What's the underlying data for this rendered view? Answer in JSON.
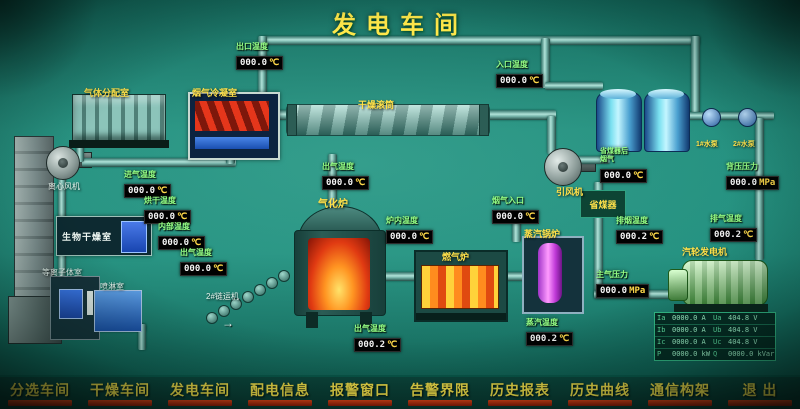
{
  "title": "发电车间",
  "colors": {
    "background_teal": "#1e8b7a",
    "accent_yellow": "#ffe14a",
    "label_green": "#97ff85",
    "menu_red": "#cc1f00",
    "display_bg": "#000000"
  },
  "equipment": {
    "gas_distribution": "气体分配室",
    "condenser": "烟气冷凝室",
    "drum": "干燥滚筒",
    "centrifugal_fan": "离心风机",
    "bio_drying": "生物干燥室",
    "plasma": "等离子体室",
    "spray": "喷淋室",
    "conveyor": "2#链运机",
    "gasifier": "气化炉",
    "gas_furnace": "燃气炉",
    "boiler": "蒸汽锅炉",
    "economizer": "省煤器",
    "id_fan": "引风机",
    "turbine": "汽轮发电机",
    "pump1": "1#水泵",
    "pump2": "2#水泵"
  },
  "displays": [
    {
      "label": "出口温度",
      "value": "000.0",
      "unit": "℃"
    },
    {
      "label": "入口温度",
      "value": "000.0",
      "unit": "℃"
    },
    {
      "label": "进气温度",
      "value": "000.0",
      "unit": "℃"
    },
    {
      "label": "烘干温度",
      "value": "000.0",
      "unit": "℃"
    },
    {
      "label": "内部温度",
      "value": "000.0",
      "unit": "℃"
    },
    {
      "label": "出气温度",
      "value": "000.0",
      "unit": "℃"
    },
    {
      "label": "出气温度",
      "value": "000.0",
      "unit": "℃"
    },
    {
      "label": "炉内温度",
      "value": "000.0",
      "unit": "℃"
    },
    {
      "label": "烟气入口",
      "value": "000.0",
      "unit": "℃"
    },
    {
      "label": "出气温度",
      "value": "000.2",
      "unit": "℃"
    },
    {
      "label": "蒸汽温度",
      "value": "000.2",
      "unit": "℃"
    },
    {
      "label": "省煤器后烟气",
      "value": "000.0",
      "unit": "℃"
    },
    {
      "label": "排烟温度",
      "value": "000.2",
      "unit": "℃"
    },
    {
      "label": "背压压力",
      "value": "000.0",
      "unit": "MPa"
    },
    {
      "label": "排气温度",
      "value": "000.2",
      "unit": "℃"
    },
    {
      "label": "主气压力",
      "value": "000.0",
      "unit": "MPa"
    }
  ],
  "table": {
    "rows": [
      {
        "k1": "Ia",
        "v1": "0000.0 A",
        "k2": "Ua",
        "v2": "404.8 V"
      },
      {
        "k1": "Ib",
        "v1": "0000.0 A",
        "k2": "Ub",
        "v2": "404.8 V"
      },
      {
        "k1": "Ic",
        "v1": "0000.0 A",
        "k2": "Uc",
        "v2": "404.8 V"
      },
      {
        "k1": "P",
        "v1": "0000.0 kW",
        "k2": "Q",
        "v2": "0000.0 kVar"
      }
    ]
  },
  "conveyor_arrow": "→",
  "menu": {
    "items": [
      {
        "label": "分选车间"
      },
      {
        "label": "干燥车间"
      },
      {
        "label": "发电车间"
      },
      {
        "label": "配电信息"
      },
      {
        "label": "报警窗口"
      },
      {
        "label": "告警界限"
      },
      {
        "label": "历史报表"
      },
      {
        "label": "历史曲线"
      },
      {
        "label": "通信构架"
      },
      {
        "label": "退 出"
      }
    ]
  }
}
